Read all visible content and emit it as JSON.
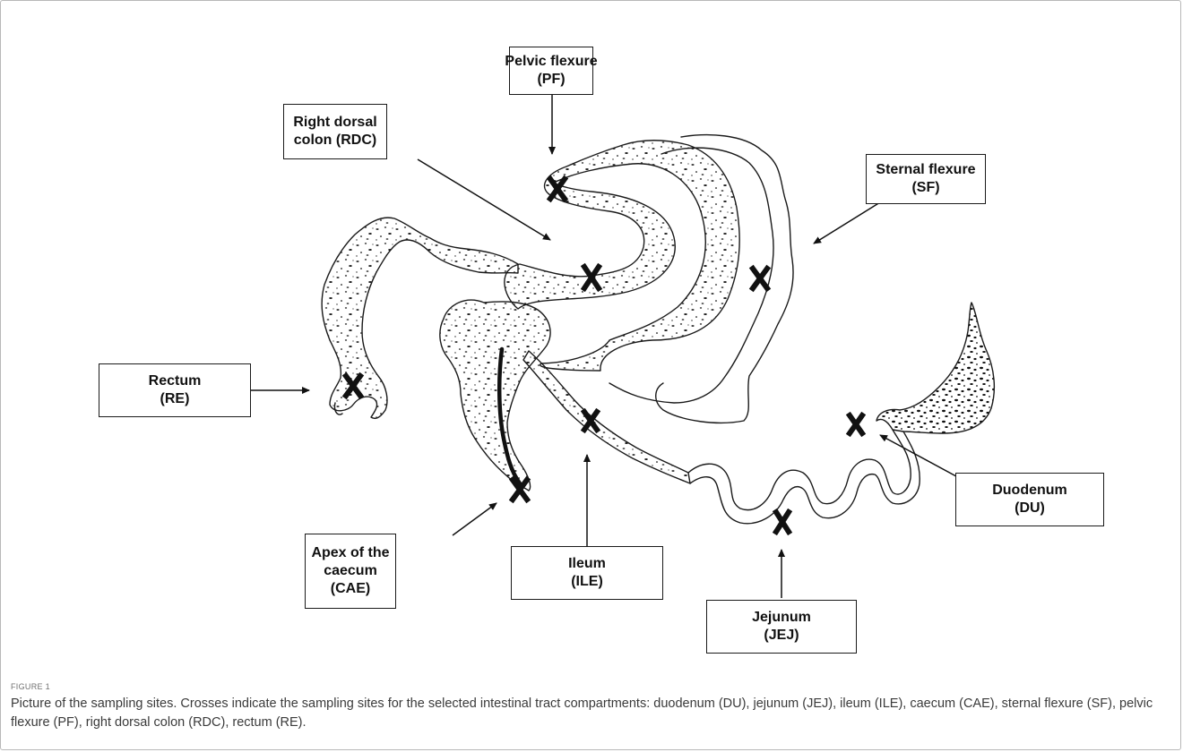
{
  "figure": {
    "number_label": "FIGURE 1",
    "caption": "Picture of the sampling sites. Crosses indicate the sampling sites for the selected intestinal tract compartments: duodenum (DU), jejunum (JEJ), ileum (ILE), caecum (CAE), sternal flexure (SF), pelvic flexure (PF), right dorsal colon (RDC), rectum (RE)."
  },
  "labels": {
    "pf": [
      "Pelvic flexure",
      "(PF)"
    ],
    "rdc": [
      "Right dorsal",
      "colon (RDC)"
    ],
    "sf": [
      "Sternal flexure",
      "(SF)"
    ],
    "re": [
      "Rectum",
      "(RE)"
    ],
    "cae": [
      "Apex of the",
      "caecum",
      "(CAE)"
    ],
    "ile": [
      "Ileum",
      "(ILE)"
    ],
    "du": [
      "Duodenum",
      "(DU)"
    ],
    "jej": [
      "Jejunum",
      "(JEJ)"
    ]
  },
  "markers": {
    "cross_symbol": "sampling-site-cross"
  },
  "colors": {
    "ink": "#111111",
    "outline": "#1a1a1a",
    "caption": "#3a3a3a"
  }
}
